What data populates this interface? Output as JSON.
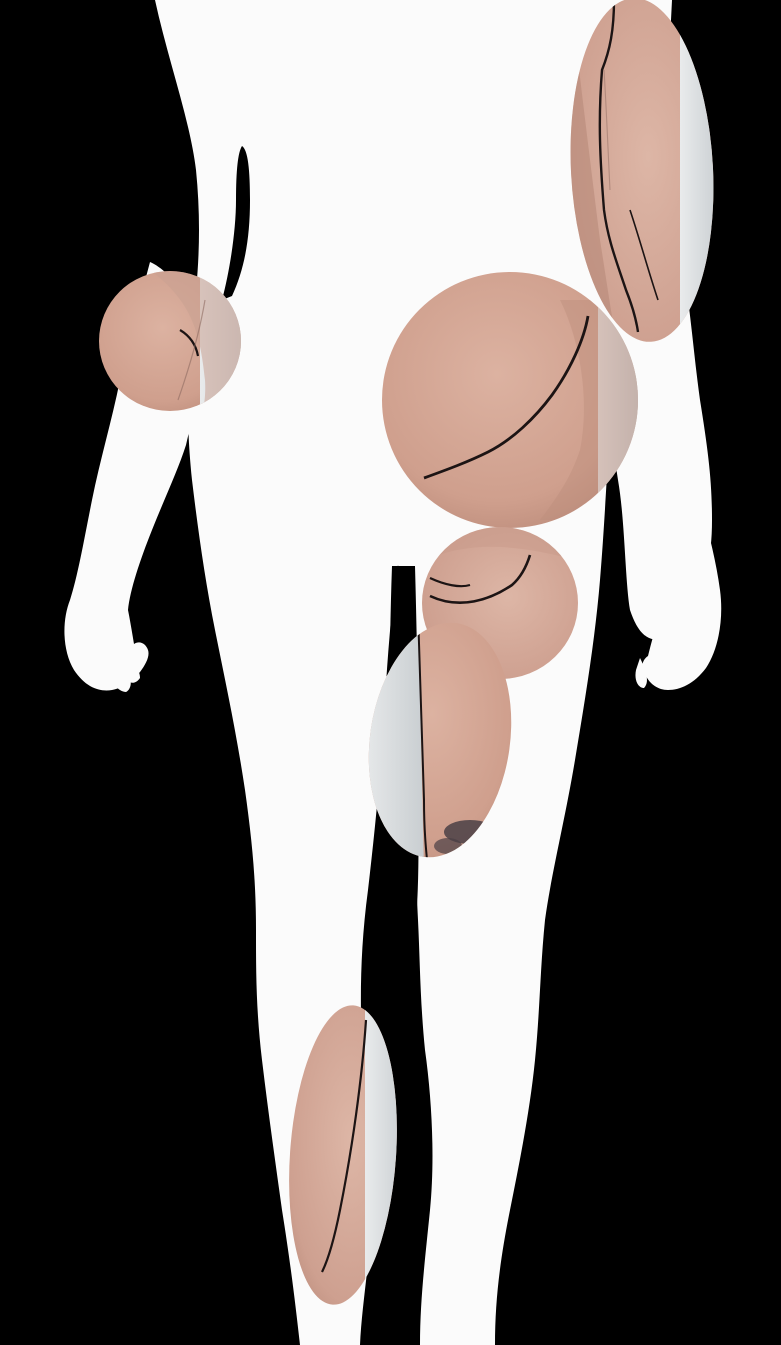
{
  "figure": {
    "background_color": "#000000",
    "silhouette_color": "#fbfbfb",
    "skin_color": "#d4a593",
    "marking_line_color": "#1c1414",
    "tattoo_color": "#4a3f45",
    "silhouette_icon": "human-body-silhouette-back-view",
    "photo_patches": [
      "left-elbow-photo-patch",
      "right-shoulder-arm-photo-patch",
      "lower-back-photo-patch",
      "buttock-photo-patch",
      "posterior-thigh-photo-patch",
      "calf-photo-patch"
    ]
  }
}
